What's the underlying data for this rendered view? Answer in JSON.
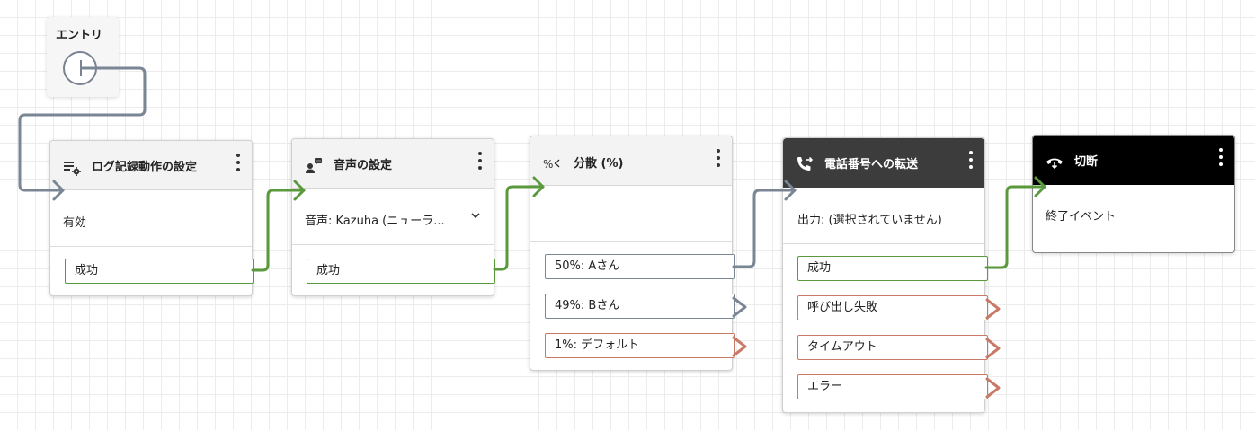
{
  "entry": {
    "title": "エントリ"
  },
  "blocks": [
    {
      "title": "ログ記録動作の設定",
      "body": "有効",
      "branches": [
        "成功"
      ]
    },
    {
      "title": "音声の設定",
      "body": "音声: Kazuha (ニューラ...",
      "branches": [
        "成功"
      ]
    },
    {
      "title": "分散 (%)",
      "icon_label": "%",
      "body": "",
      "branches": [
        "50%: Aさん",
        "49%: Bさん",
        "1%: デフォルト"
      ]
    },
    {
      "title": "電話番号への転送",
      "body": "出力: (選択されていません)",
      "branches": [
        "成功",
        "呼び出し失敗",
        "タイムアウト",
        "エラー"
      ]
    },
    {
      "title": "切断",
      "body": "終了イベント",
      "branches": []
    }
  ],
  "icons": {
    "entry_port": "entry-start-icon",
    "block_0": "log-settings-icon",
    "block_1": "voice-settings-icon",
    "block_2": "percentage-distribution-icon",
    "block_3": "phone-transfer-icon",
    "block_4": "hang-up-icon",
    "menu": "kebab-menu-icon",
    "dropdown": "chevron-down-icon"
  },
  "colors": {
    "success_wire": "#5a9a3c",
    "default_wire": "#7a8694",
    "error_wire": "#c87a66",
    "dark_header": "#3c3c3c",
    "disconnect_header": "#000000"
  }
}
